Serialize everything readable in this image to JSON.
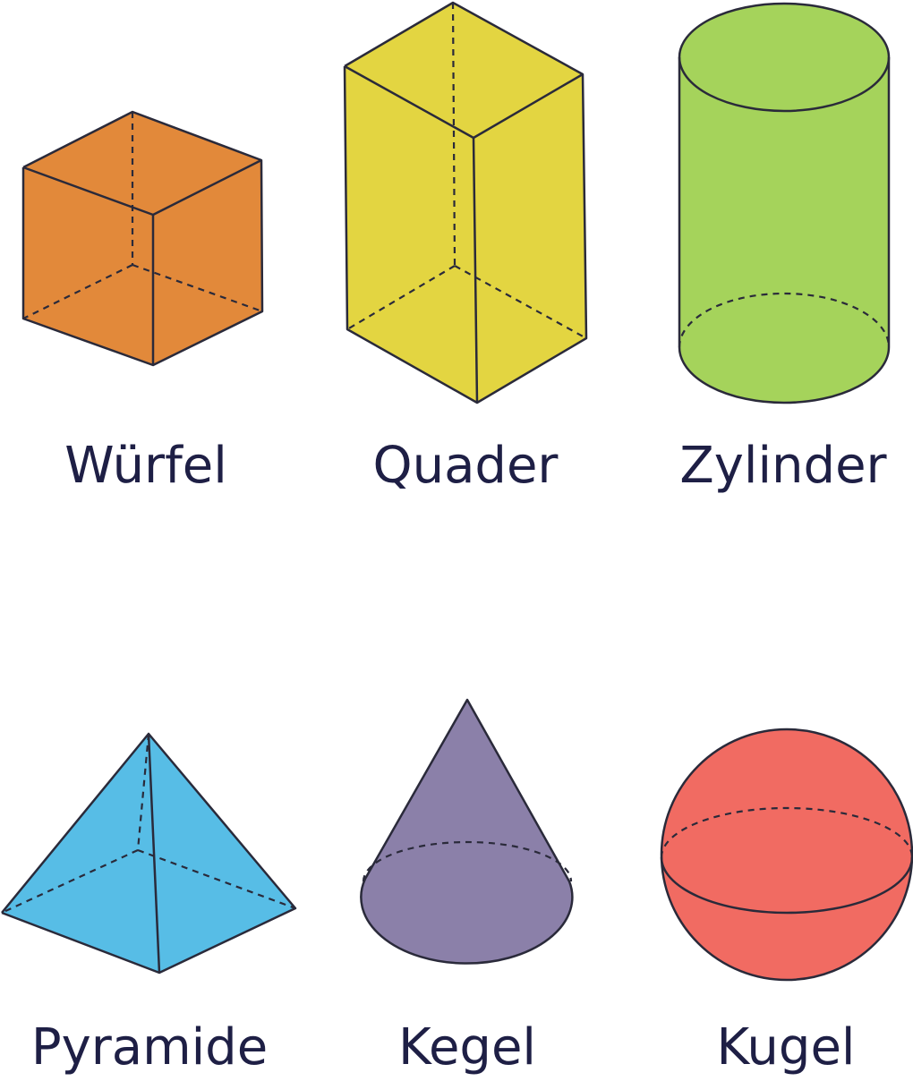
{
  "shapes": [
    {
      "key": "wuerfel",
      "label": "Würfel",
      "color": "#E2893A"
    },
    {
      "key": "quader",
      "label": "Quader",
      "color": "#E3D541"
    },
    {
      "key": "zylinder",
      "label": "Zylinder",
      "color": "#A5D35B"
    },
    {
      "key": "pyramide",
      "label": "Pyramide",
      "color": "#57BDE6"
    },
    {
      "key": "kegel",
      "label": "Kegel",
      "color": "#8B80A9"
    },
    {
      "key": "kugel",
      "label": "Kugel",
      "color": "#F16B62"
    }
  ]
}
